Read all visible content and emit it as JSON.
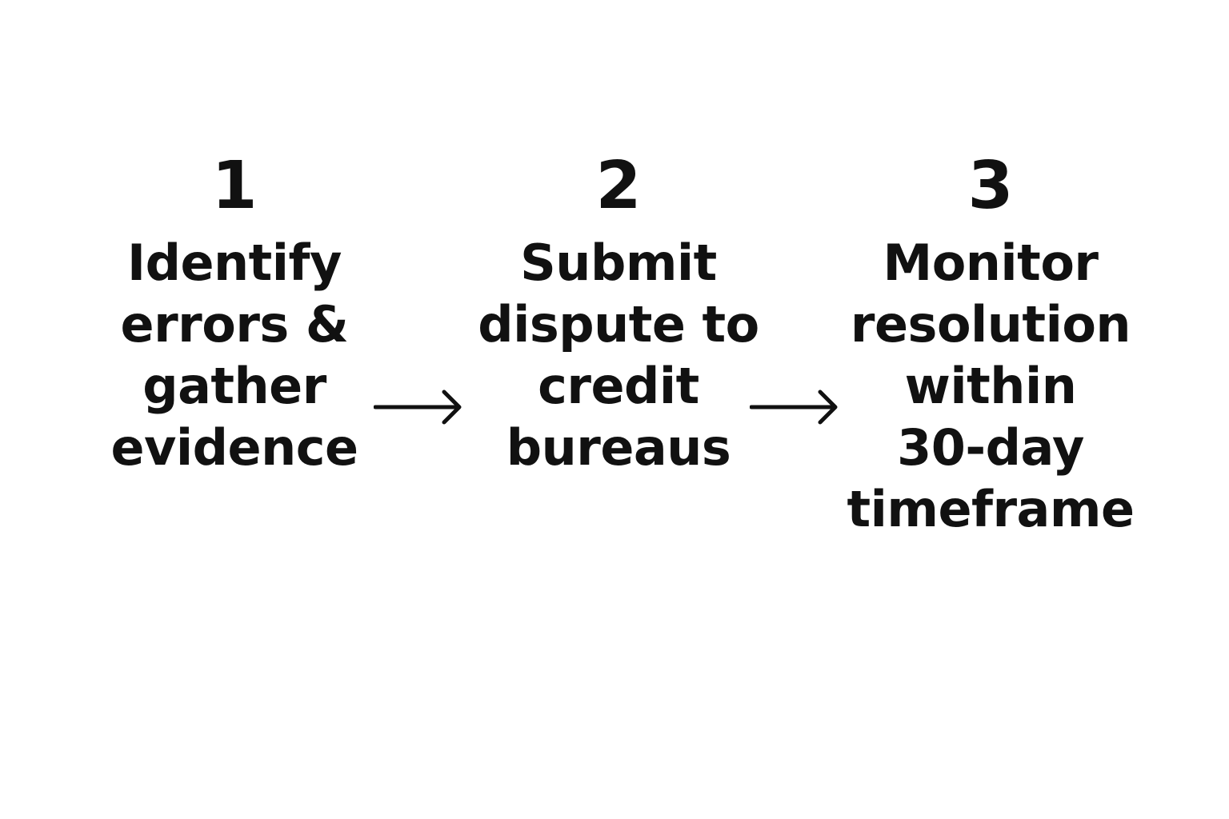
{
  "steps": [
    {
      "number": "1",
      "lines": [
        "Identify",
        "errors &",
        "gather",
        "evidence"
      ]
    },
    {
      "number": "2",
      "lines": [
        "Submit",
        "dispute to",
        "credit",
        "bureaus"
      ]
    },
    {
      "number": "3",
      "lines": [
        "Monitor",
        "resolution",
        "within",
        "30-day",
        "timeframe"
      ]
    }
  ],
  "connectors": [
    "arrow-right-icon",
    "arrow-right-icon"
  ],
  "colors": {
    "background": "#ffffff",
    "text": "#111111"
  }
}
